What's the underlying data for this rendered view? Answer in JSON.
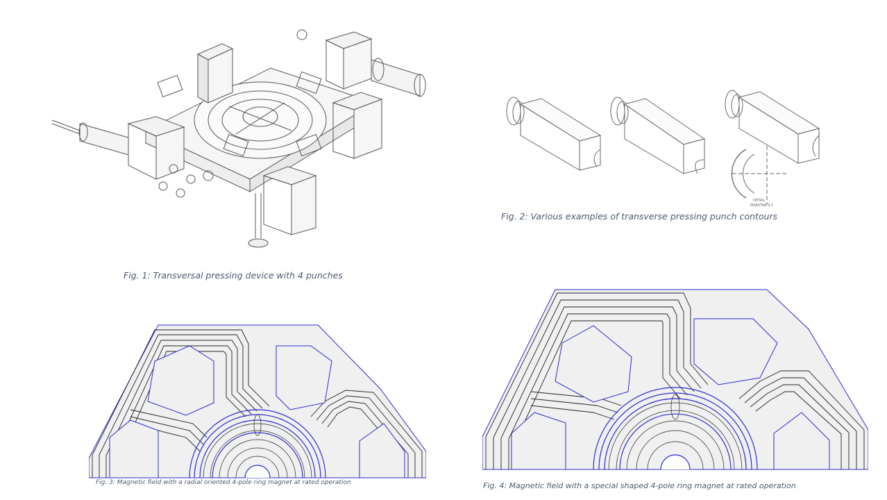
{
  "figures": [
    {
      "id": "fig1",
      "caption": "Fig. 1: Transversal pressing device with 4 punches"
    },
    {
      "id": "fig2",
      "caption": "Fig. 2: Various examples of transverse pressing punch contours",
      "detail_label": "DETAIL\nMAßSTAB 4:1"
    },
    {
      "id": "fig3",
      "caption": "Fig. 3: Magnetic field with a radial oriented 4-pole ring magnet at rated operation"
    },
    {
      "id": "fig4",
      "caption": "Fig. 4: Magnetic field with a special shaped 4-pole ring magnet at rated operation"
    }
  ],
  "colors": {
    "caption": "#4a5a6e",
    "outline": "#2b2bd0",
    "flux": "#222222",
    "drawing": "#555555"
  }
}
